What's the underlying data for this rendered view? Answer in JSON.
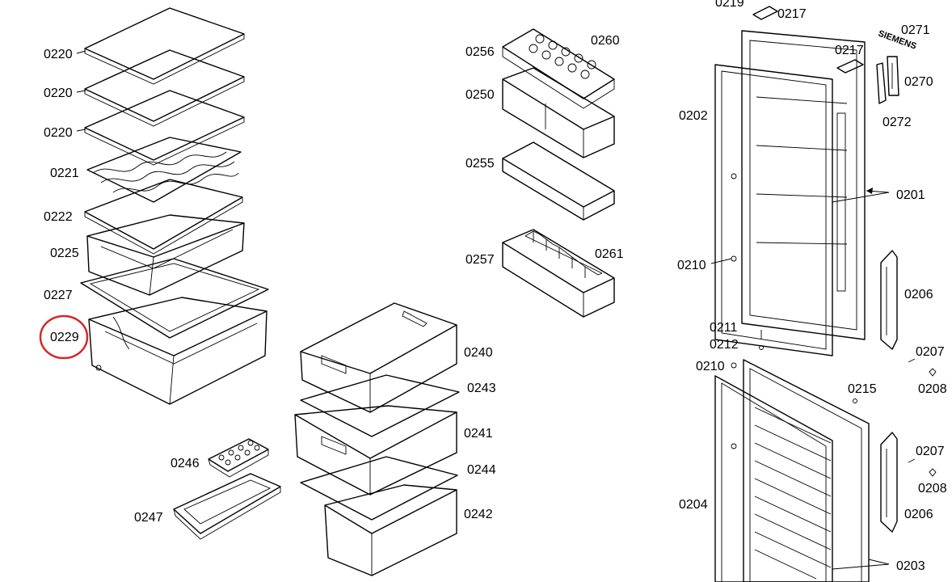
{
  "diagram": {
    "brand_mark": "SIEMENS",
    "highlight_color": "#d62828",
    "line_color": "#000000",
    "background": "#ffffff",
    "highlighted_part": "0229",
    "labels": {
      "p0220a": "0220",
      "p0220b": "0220",
      "p0220c": "0220",
      "p0221": "0221",
      "p0222": "0222",
      "p0225": "0225",
      "p0227": "0227",
      "p0229": "0229",
      "p0246": "0246",
      "p0247": "0247",
      "p0256": "0256",
      "p0260": "0260",
      "p0250": "0250",
      "p0255": "0255",
      "p0257": "0257",
      "p0261": "0261",
      "p0240": "0240",
      "p0243": "0243",
      "p0241": "0241",
      "p0244": "0244",
      "p0242": "0242",
      "p0219": "0219",
      "p0217a": "0217",
      "p0217b": "0217",
      "p0271": "0271",
      "p0270": "0270",
      "p0272": "0272",
      "p0202": "0202",
      "p0201": "0201",
      "p0210a": "0210",
      "p0210b": "0210",
      "p0206a": "0206",
      "p0206b": "0206",
      "p0211": "0211",
      "p0212": "0212",
      "p0207a": "0207",
      "p0207b": "0207",
      "p0208a": "0208",
      "p0208b": "0208",
      "p0215": "0215",
      "p0204": "0204",
      "p0203": "0203"
    }
  }
}
